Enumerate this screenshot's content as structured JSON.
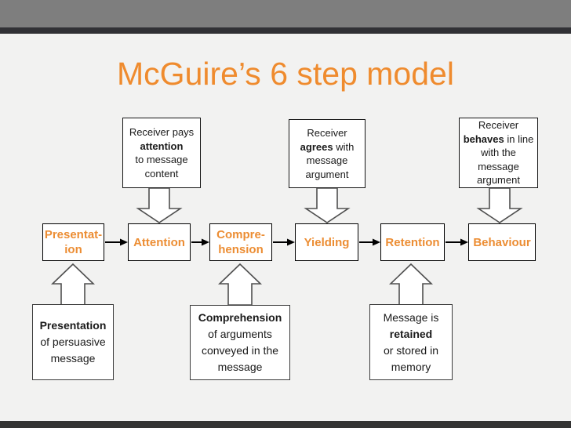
{
  "slide": {
    "title": "McGuire’s 6 step model"
  },
  "flow": {
    "steps": [
      {
        "label": "Presentat-\nion"
      },
      {
        "label": "Attention"
      },
      {
        "label": "Compre-\nhension"
      },
      {
        "label": "Yielding"
      },
      {
        "label": "Retention"
      },
      {
        "label": "Behaviour"
      }
    ]
  },
  "annotations": {
    "top": [
      {
        "prefix": "Receiver pays\n",
        "bold": "attention",
        "suffix": "\nto message\ncontent"
      },
      {
        "prefix": "Receiver\n",
        "bold": "agrees",
        "suffix": " with\nmessage\nargument"
      },
      {
        "prefix": "Receiver\n",
        "bold": "behaves",
        "suffix": " in line\nwith the\nmessage\nargument"
      }
    ],
    "bottom": [
      {
        "prefix": "",
        "bold": "Presentation",
        "suffix": "\nof persuasive\nmessage"
      },
      {
        "prefix": "",
        "bold": "Comprehension",
        "suffix": "\nof arguments\nconveyed in the\nmessage"
      },
      {
        "prefix": "Message is\n",
        "bold": "retained",
        "suffix": "\nor stored in\nmemory"
      }
    ]
  },
  "colors": {
    "accent_orange": "#EF8B2E",
    "bar_gray": "#7E7E7E",
    "bar_dark": "#313135",
    "background": "#F2F2F1"
  }
}
